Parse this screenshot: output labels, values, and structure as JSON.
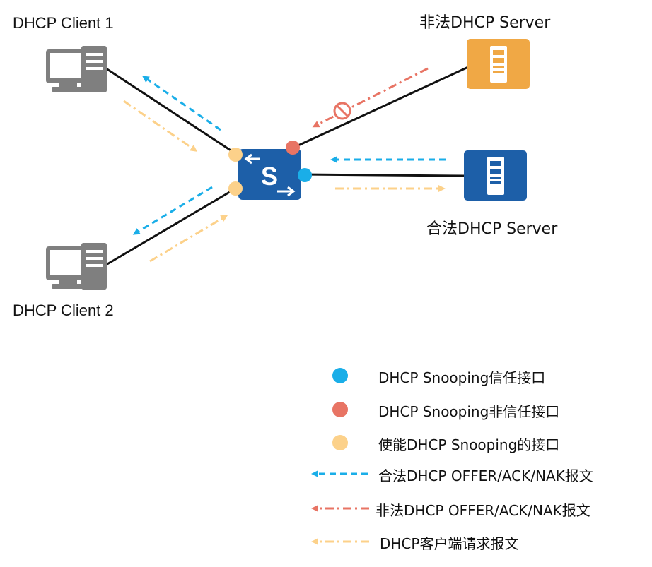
{
  "nodes": {
    "client1": {
      "label": "DHCP Client 1"
    },
    "client2": {
      "label": "DHCP Client 2"
    },
    "illegal_server": {
      "label": "非法DHCP Server"
    },
    "legal_server": {
      "label": "合法DHCP Server"
    },
    "switch": {
      "label": "S"
    }
  },
  "legend": {
    "trusted_port": "DHCP Snooping信任接口",
    "untrusted_port": "DHCP Snooping非信任接口",
    "snooping_port": "使能DHCP Snooping的接口",
    "legal_offer": "合法DHCP OFFER/ACK/NAK报文",
    "illegal_offer": "非法DHCP OFFER/ACK/NAK报文",
    "client_request": "DHCP客户端请求报文"
  },
  "colors": {
    "trusted": "#1aaee8",
    "untrusted": "#e87464",
    "snooping": "#fcd18a",
    "switch": "#1d5fa8",
    "illegal_server": "#f0a845",
    "legal_server": "#1d5fa8",
    "computer": "#7f7f7f"
  }
}
